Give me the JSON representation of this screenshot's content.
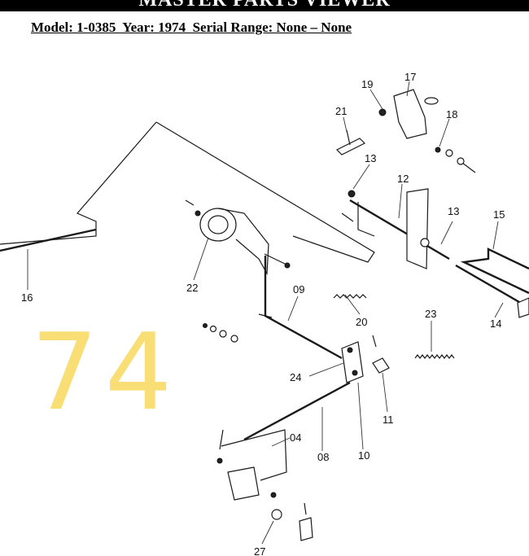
{
  "header": {
    "title": "MASTER PARTS VIEWER",
    "model_line": "Model: 1-0385  Year: 1974  Serial Range: None – None"
  },
  "watermark": {
    "text": "74",
    "color": "#f7d652"
  },
  "callouts": [
    {
      "id": "19",
      "label": "19"
    },
    {
      "id": "17",
      "label": "17"
    },
    {
      "id": "21",
      "label": "21"
    },
    {
      "id": "18",
      "label": "18"
    },
    {
      "id": "13a",
      "label": "13"
    },
    {
      "id": "12",
      "label": "12"
    },
    {
      "id": "13b",
      "label": "13"
    },
    {
      "id": "15",
      "label": "15"
    },
    {
      "id": "16",
      "label": "16"
    },
    {
      "id": "22",
      "label": "22"
    },
    {
      "id": "09",
      "label": "09"
    },
    {
      "id": "20",
      "label": "20"
    },
    {
      "id": "23",
      "label": "23"
    },
    {
      "id": "14",
      "label": "14"
    },
    {
      "id": "24",
      "label": "24"
    },
    {
      "id": "11",
      "label": "11"
    },
    {
      "id": "04",
      "label": "04"
    },
    {
      "id": "08",
      "label": "08"
    },
    {
      "id": "10",
      "label": "10"
    },
    {
      "id": "27",
      "label": "27"
    }
  ]
}
